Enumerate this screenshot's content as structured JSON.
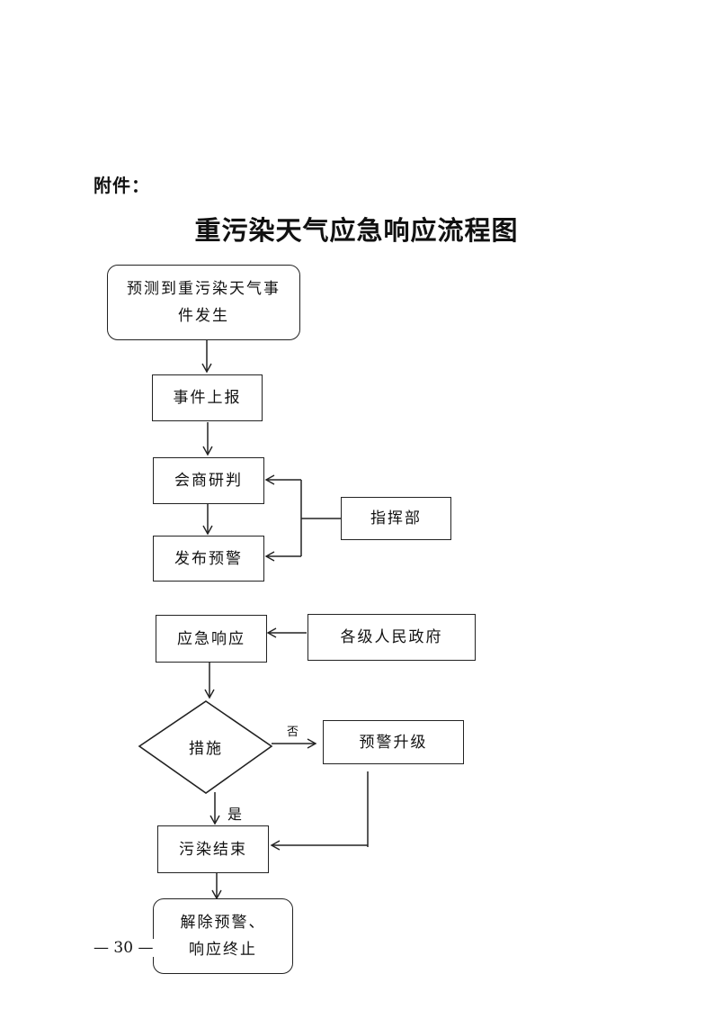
{
  "page": {
    "attachment_label": "附件：",
    "title": "重污染天气应急响应流程图",
    "page_number": "— 30 —"
  },
  "flowchart": {
    "nodes": {
      "forecast": "预测到重污染天气事件发生",
      "report": "事件上报",
      "consult": "会商研判",
      "command": "指挥部",
      "warning": "发布预警",
      "response": "应急响应",
      "governments": "各级人民政府",
      "measures": "措施",
      "upgrade": "预警升级",
      "end": "污染结束",
      "lift": "解除预警、 响应终止"
    },
    "edge_labels": {
      "no": "否",
      "yes": "是"
    }
  }
}
